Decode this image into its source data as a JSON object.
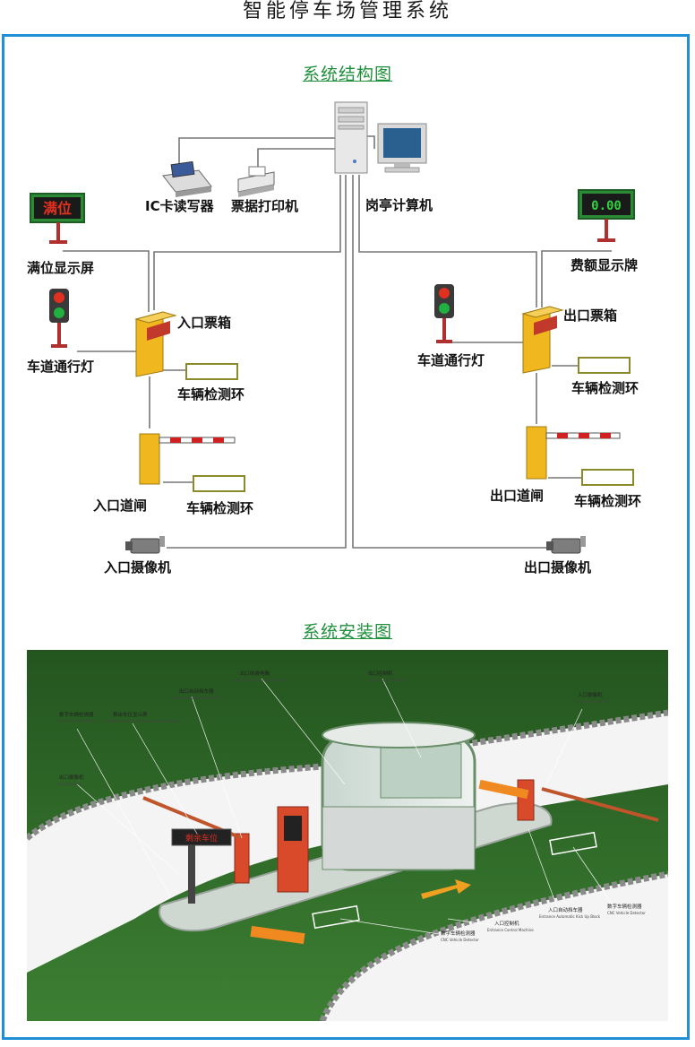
{
  "page": {
    "title": "智能停车场管理系统"
  },
  "structure": {
    "heading": "系统结构图",
    "labels": {
      "ic_reader": "IC卡读写器",
      "printer": "票据打印机",
      "booth_computer": "岗亭计算机",
      "full_display": "满位显示屏",
      "full_display_screen": "满位",
      "fee_display": "费额显示牌",
      "fee_display_screen": "0.00",
      "entry_ticket_box": "入口票箱",
      "exit_ticket_box": "出口票箱",
      "lane_light_left": "车道通行灯",
      "lane_light_right": "车道通行灯",
      "loop_entry_box": "车辆检测环",
      "loop_entry_gate": "车辆检测环",
      "loop_exit_box": "车辆检测环",
      "loop_exit_gate": "车辆检测环",
      "entry_gate": "入口道闸",
      "exit_gate": "出口道闸",
      "entry_camera": "入口摄像机",
      "exit_camera": "出口摄像机"
    }
  },
  "installation": {
    "heading": "系统安装图",
    "callouts": [
      {
        "cn": "出口收费电脑",
        "en": "Exit Fare-collecting Computer"
      },
      {
        "cn": "出口控制机",
        "en": "Exit Control Machine"
      },
      {
        "cn": "出口自动挡车器",
        "en": "Exit Automatic Kick Up Block"
      },
      {
        "cn": "剩余车位显示屏",
        "en": "Display Screen of Remaining Parking Space"
      },
      {
        "cn": "数字车辆检测器",
        "en": "CNC Vehicle Detector"
      },
      {
        "cn": "入口摄像机",
        "en": "Entrance Camera"
      },
      {
        "cn": "出口摄像机",
        "en": "Exit Camera"
      },
      {
        "cn": "入口自动挡车器",
        "en": "Entrance Automatic Kick Up Block"
      },
      {
        "cn": "数字车辆检测器",
        "en": "CNC Vehicle Detector"
      },
      {
        "cn": "入口控制机",
        "en": "Entrance Control Machine"
      },
      {
        "cn": "数字车辆检测器",
        "en": "CNC Vehicle Detector"
      }
    ],
    "sign_text": "剩余车位"
  },
  "colors": {
    "frame": "#1f8fd6",
    "heading_green": "#1e8f3a",
    "gate_yellow": "#f0b81e",
    "loop_olive": "#8a8a2a",
    "grass": "#2f6b2a",
    "light_red": "#e03020",
    "light_green": "#20b040"
  }
}
